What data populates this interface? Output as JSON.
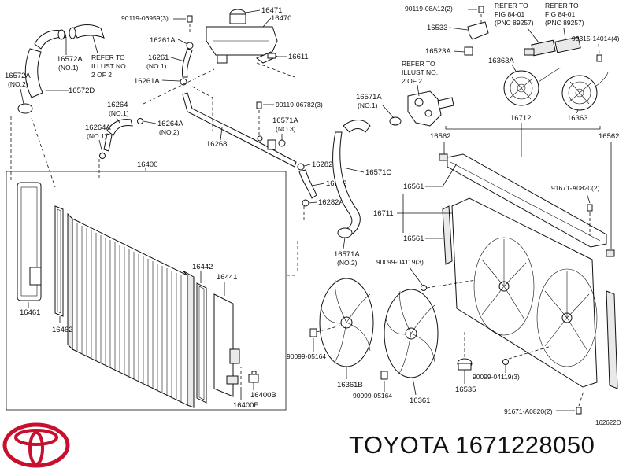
{
  "callouts": {
    "p90119_06959": "90119-06959(3)",
    "p16471": "16471",
    "p16470": "16470",
    "p16261A_top": "16261A",
    "p16261": "16261",
    "p16261_no1": "(NO.1)",
    "p16261A_bottom": "16261A",
    "p16611": "16611",
    "p16572A_top": "16572A",
    "p16572A_top_no": "(NO.1)",
    "refer_left_1": "REFER TO",
    "refer_left_2": "ILLUST NO.",
    "refer_left_3": "2 OF 2",
    "p16572A_left": "16572A",
    "p16572A_left_no": "(NO.2)",
    "p16572D": "16572D",
    "p16264": "16264",
    "p16264_no": "(NO.1)",
    "p16264A_left": "16264A",
    "p16264A_left_no": "(NO.1)",
    "p16264A_right": "16264A",
    "p16264A_right_no": "(NO.2)",
    "p16268": "16268",
    "p90119_06782": "90119-06782(3)",
    "p16571A_mid": "16571A",
    "p16571A_mid_no": "(NO.3)",
    "p16282A_top": "16282A",
    "p16282": "16282",
    "p16282A_bottom": "16282A",
    "p16571C": "16571C",
    "p90119_08A12": "90119-08A12(2)",
    "p16533": "16533",
    "refer_fig1_1": "REFER TO",
    "refer_fig1_2": "FIG 84-01",
    "refer_fig1_3": "(PNC 89257)",
    "refer_fig2_1": "REFER TO",
    "refer_fig2_2": "FIG 84-01",
    "refer_fig2_3": "(PNC 89257)",
    "p16523A": "16523A",
    "p93315": "93315-14014(4)",
    "p16363A": "16363A",
    "refer_mid_1": "REFER TO",
    "refer_mid_2": "ILLUST NO.",
    "refer_mid_3": "2 OF 2",
    "p16571A_upper": "16571A",
    "p16571A_upper_no": "(NO.1)",
    "p16712": "16712",
    "p16363": "16363",
    "p16562_left": "16562",
    "p16562_right": "16562",
    "p16400": "16400",
    "p16561_top": "16561",
    "p91671_top": "91671-A0820(2)",
    "p16711": "16711",
    "p16561_bottom": "16561",
    "p16571A_lower": "16571A",
    "p16571A_lower_no": "(NO.2)",
    "p90099_04119_top": "90099-04119(3)",
    "p16442": "16442",
    "p16441": "16441",
    "p16461": "16461",
    "p16462": "16462",
    "p90099_05164_left": "90099-05164",
    "p16361B": "16361B",
    "p90099_05164_mid": "90099-05164",
    "p16361": "16361",
    "p16535": "16535",
    "p90099_04119_bottom": "90099-04119(3)",
    "p16400B": "16400B",
    "p16400F": "16400F",
    "p91671_bottom": "91671-A0820(2)",
    "fig_code": "162622D"
  },
  "brand_line": "TOYOTA 1671228050"
}
